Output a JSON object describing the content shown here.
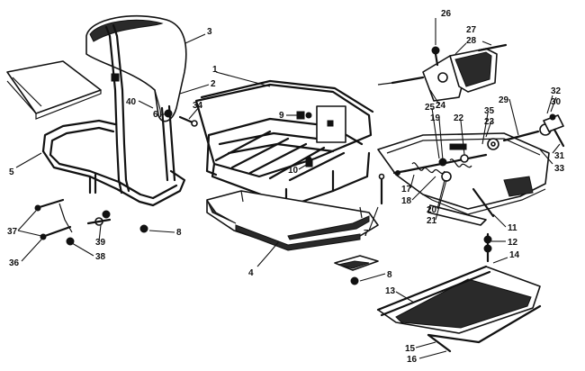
{
  "callouts": [
    {
      "label": "1"
    },
    {
      "label": "2"
    },
    {
      "label": "3"
    },
    {
      "label": "4"
    },
    {
      "label": "5"
    },
    {
      "label": "6"
    },
    {
      "label": "7"
    },
    {
      "label": "8"
    },
    {
      "label": "8"
    },
    {
      "label": "9"
    },
    {
      "label": "10"
    },
    {
      "label": "11"
    },
    {
      "label": "12"
    },
    {
      "label": "13"
    },
    {
      "label": "14"
    },
    {
      "label": "15"
    },
    {
      "label": "16"
    },
    {
      "label": "17"
    },
    {
      "label": "18"
    },
    {
      "label": "19"
    },
    {
      "label": "20"
    },
    {
      "label": "21"
    },
    {
      "label": "22"
    },
    {
      "label": "23"
    },
    {
      "label": "24"
    },
    {
      "label": "25"
    },
    {
      "label": "26"
    },
    {
      "label": "27"
    },
    {
      "label": "28"
    },
    {
      "label": "29"
    },
    {
      "label": "30"
    },
    {
      "label": "31"
    },
    {
      "label": "32"
    },
    {
      "label": "33"
    },
    {
      "label": "34"
    },
    {
      "label": "35"
    },
    {
      "label": "36"
    },
    {
      "label": "37"
    },
    {
      "label": "38"
    },
    {
      "label": "39"
    },
    {
      "label": "40"
    }
  ]
}
